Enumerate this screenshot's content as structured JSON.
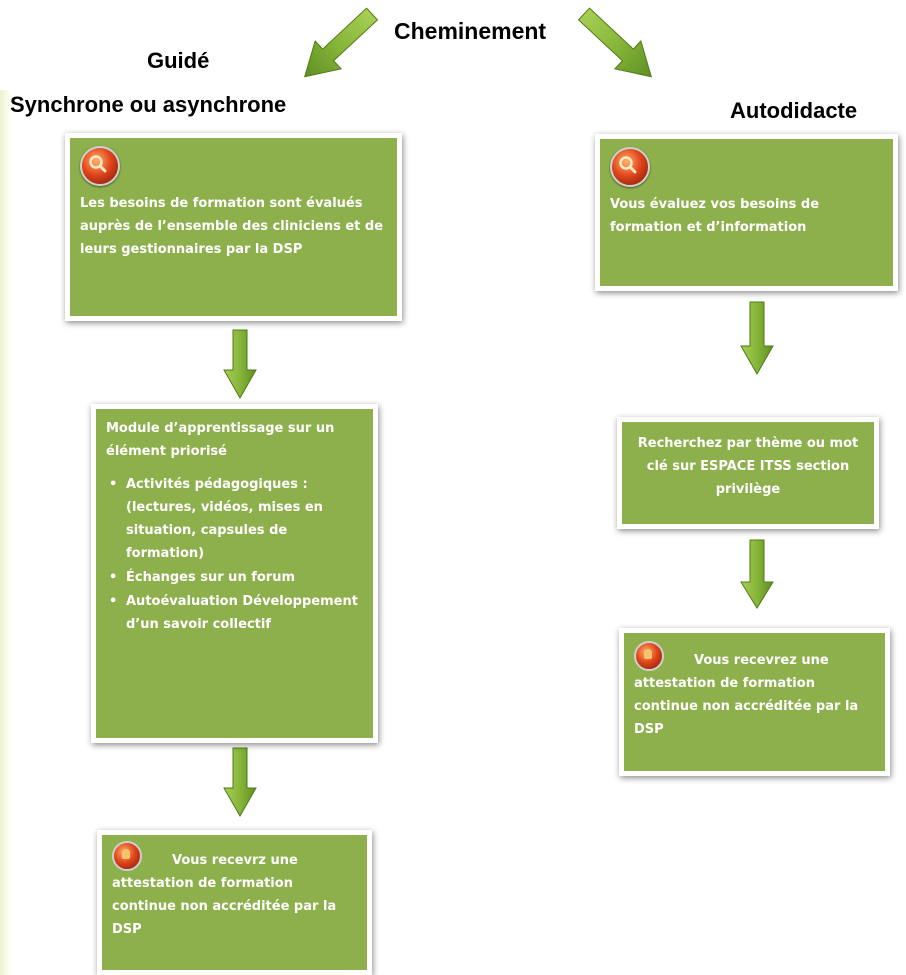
{
  "top_label": "Cheminement",
  "left": {
    "heading": "Guidé",
    "subheading": "Synchrone ou asynchrone",
    "box1_text": "Les besoins de formation sont évalués auprès de l’ensemble des cliniciens et de leurs gestionnaires par la DSP",
    "box2_intro": "Module d’apprentissage sur un élément priorisé",
    "box2_bullets": [
      "Activités pédagogiques : (lectures, vidéos, mises en situation, capsules de formation)",
      "Échanges sur un forum",
      "Autoévaluation Développement d’un savoir collectif"
    ],
    "box3_lead": "Vous recevrz une",
    "box3_rest": "attestation de formation continue non accréditée par la DSP"
  },
  "right": {
    "heading": "Autodidacte",
    "box1_text": "Vous évaluez vos besoins de formation et d’information",
    "box2_text": "Recherchez par thème ou mot clé sur ESPACE ITSS section privilège",
    "box3_lead": "Vous recevrez une",
    "box3_rest": "attestation de formation continue non accréditée par la DSP"
  },
  "colors": {
    "box_fill": "#8db04c",
    "arrow": "#7fae2f",
    "arrow_dark": "#5d8a1d"
  },
  "icons": [
    "search-icon",
    "award-icon"
  ]
}
